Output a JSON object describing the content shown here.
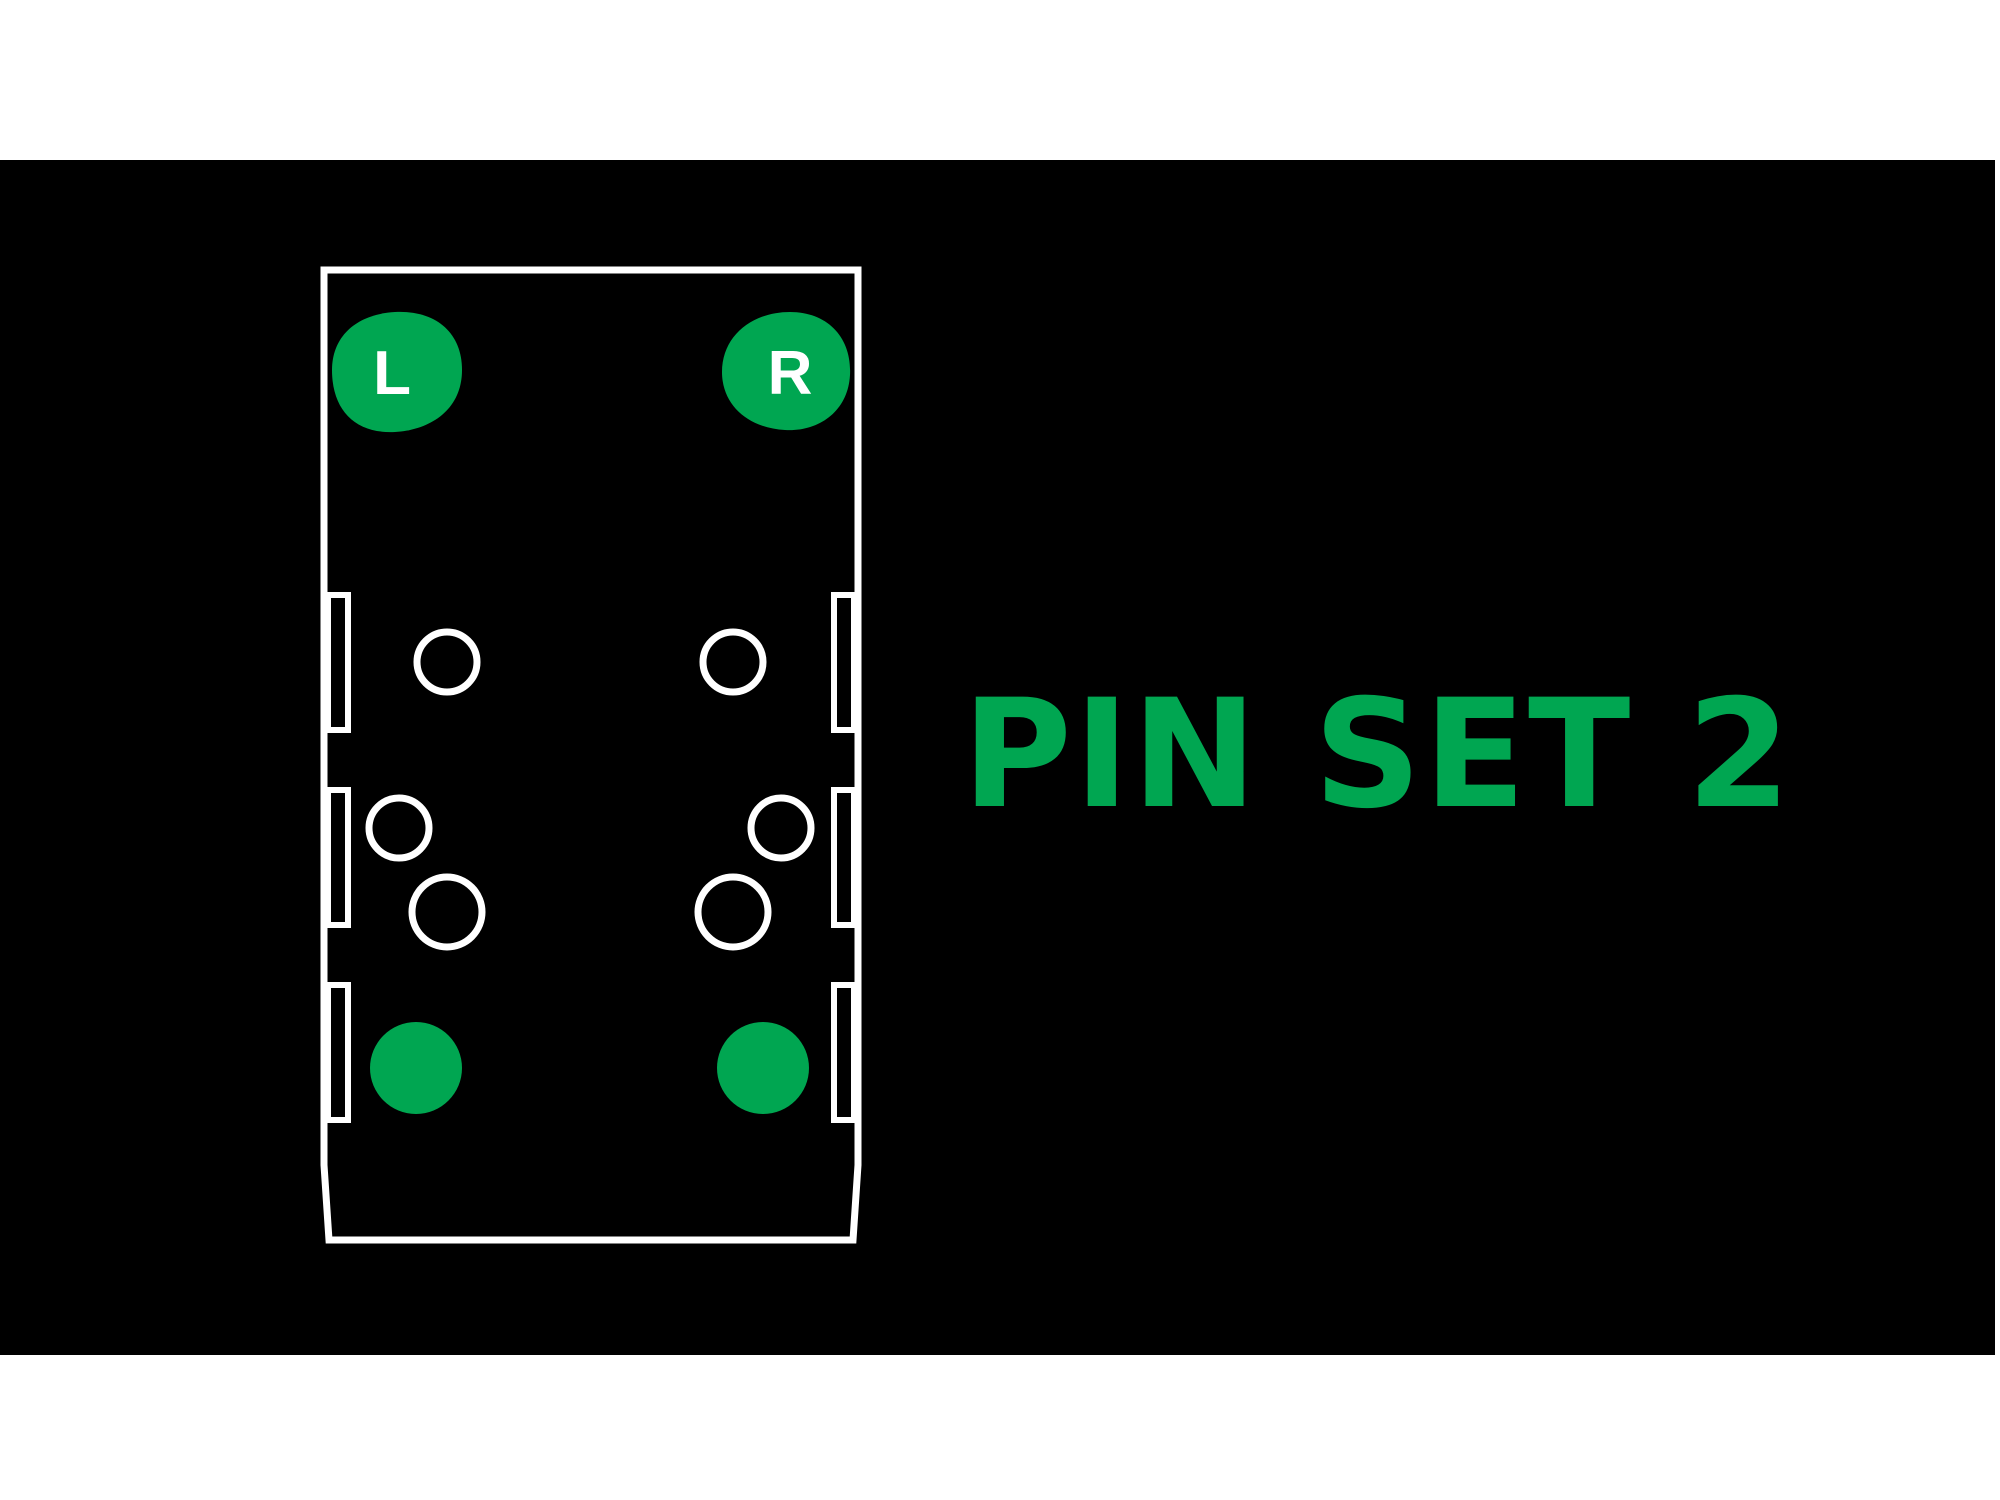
{
  "title": "PIN SET 2",
  "labels": {
    "left": "L",
    "right": "R"
  },
  "colors": {
    "background": "#000000",
    "accent": "#00a651",
    "outline": "#ffffff",
    "page": "#ffffff"
  },
  "pins": {
    "highlighted_count": 2,
    "outline_count": 6
  }
}
